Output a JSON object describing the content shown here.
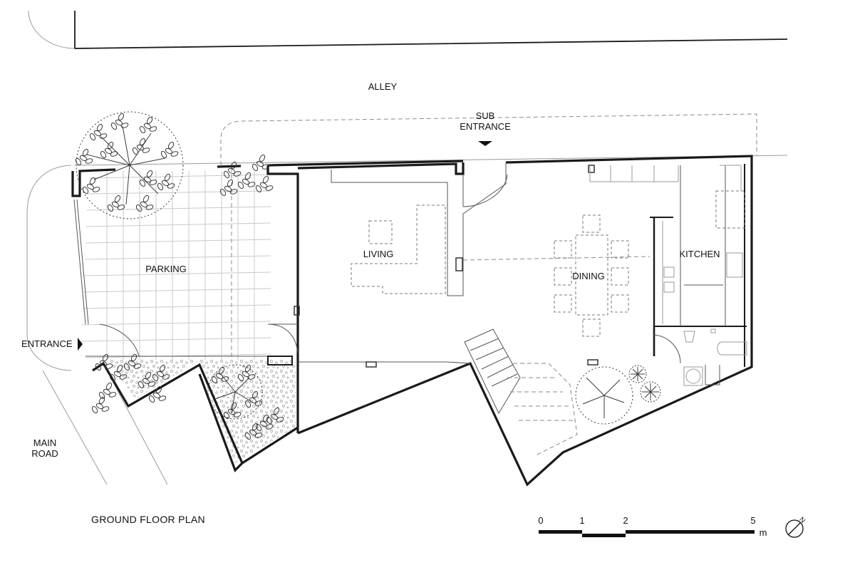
{
  "labels": {
    "alley": "ALLEY",
    "sub_entrance_line1": "SUB",
    "sub_entrance_line2": "ENTRANCE",
    "parking": "PARKING",
    "living": "LIVING",
    "dining": "DINING",
    "kitchen": "KITCHEN",
    "entrance": "ENTRANCE",
    "main_road_line1": "MAIN",
    "main_road_line2": "ROAD"
  },
  "title": "GROUND FLOOR PLAN",
  "scale_bar": {
    "ticks": [
      "0",
      "1",
      "2",
      "5"
    ],
    "unit": "m"
  },
  "north_arrow": {
    "letter": "N"
  }
}
